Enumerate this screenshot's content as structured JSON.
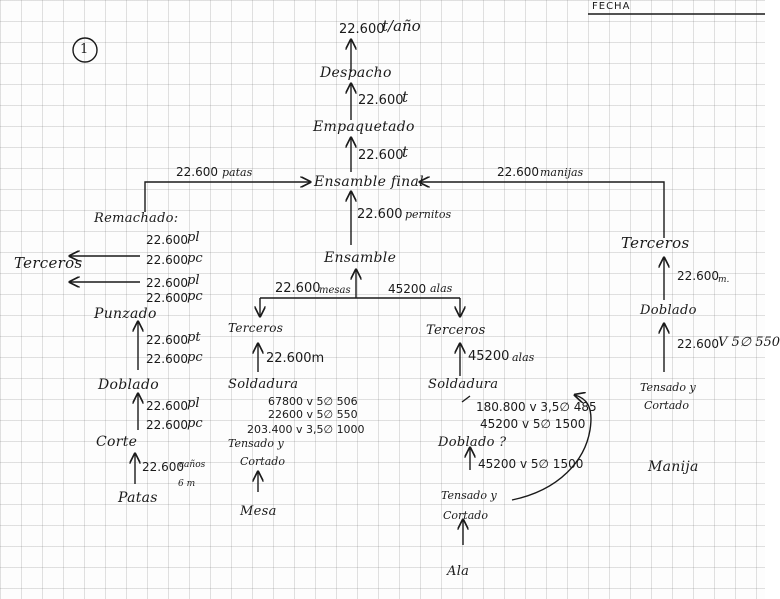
{
  "header": {
    "fecha": "FECHA",
    "page_number": "1"
  },
  "center": {
    "top_qty": "22.600",
    "top_unit": "t/año",
    "despacho": "Despacho",
    "qty_despacho": "22.600",
    "unit_despacho": "t",
    "empaquetado": "Empaquetado",
    "qty_empaquetado": "22.600",
    "unit_empaquetado": "t",
    "ensamble_final": "Ensamble final",
    "qty_pernitos": "22.600",
    "label_pernitos": "pernitos",
    "ensamble": "Ensamble",
    "qty_mesas": "22.600",
    "label_mesas": "mesas",
    "qty_alas": "45200",
    "label_alas": "alas"
  },
  "left_branch": {
    "qty_patas": "22.600",
    "label_patas": "patas",
    "remachado": "Remachado:",
    "terceros": "Terceros",
    "rem_qty1": "22.600",
    "rem_u1": "pl",
    "rem_qty2": "22.600",
    "rem_u2": "pc",
    "pun_qty1": "22.600",
    "pun_u1": "pl",
    "pun_qty2": "22.600",
    "pun_u2": "pc",
    "punzado": "Punzado",
    "dob_qty1": "22.600",
    "dob_u1": "pt",
    "dob_qty2": "22.600",
    "dob_u2": "pc",
    "doblado": "Doblado",
    "cor_qty1": "22.600",
    "cor_u1": "pl",
    "cor_qty2": "22.600",
    "cor_u2": "pc",
    "corte": "Corte",
    "qty_canos": "22.600",
    "label_canos": "caños",
    "label_6m": "6 m",
    "patas": "Patas"
  },
  "mesa_branch": {
    "terceros": "Terceros",
    "qty_m": "22.600m",
    "soldadura": "Soldadura",
    "line1": "67800 v 5∅ 506",
    "line2": "22600 v 5∅ 550",
    "line3": "203.400 v 3,5∅ 1000",
    "tensado": "Tensado y",
    "cortado": "Cortado",
    "mesa": "Mesa"
  },
  "ala_branch": {
    "terceros": "Terceros",
    "qty_alas": "45200",
    "label_alas": "alas",
    "soldadura": "Soldadura",
    "line1": "180.800 v 3,5∅ 485",
    "line2": "45200 v 5∅ 1500",
    "doblado": "Doblado ?",
    "qty_dob": "45200 v 5∅ 1500",
    "tensado": "Tensado y",
    "cortado": "Cortado",
    "ala": "Ala"
  },
  "right_branch": {
    "qty_manijas": "22.600",
    "label_manijas": "manijas",
    "terceros": "Terceros",
    "qty_mas": "22.600",
    "label_mas": "m.",
    "doblado": "Doblado",
    "qty_v": "22.600",
    "label_v": "V 5∅ 550",
    "tensado": "Tensado y",
    "cortado": "Cortado",
    "manija": "Manija"
  }
}
